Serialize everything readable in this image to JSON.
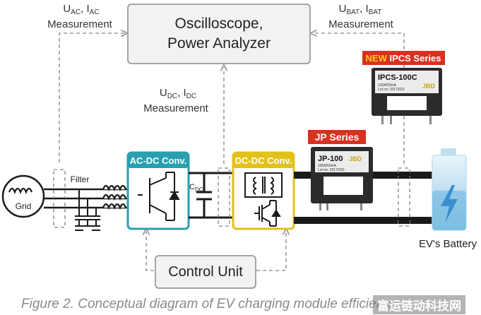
{
  "oscilloscope": {
    "line1": "Oscilloscope,",
    "line2": "Power Analyzer"
  },
  "ac_measure": {
    "u": "U",
    "u_sub": "AC",
    "sep": ", ",
    "i": "I",
    "i_sub": "AC",
    "word": "Measurement"
  },
  "bat_measure": {
    "u": "U",
    "u_sub": "BAT",
    "sep": ", ",
    "i": "I",
    "i_sub": "BAT",
    "word": "Measurement"
  },
  "dc_measure": {
    "u": "U",
    "u_sub": "DC",
    "sep": ", ",
    "i": "I",
    "i_sub": "DC",
    "word": "Measurement"
  },
  "ipcs": {
    "new": "NEW",
    "series": " IPCS Series",
    "model": "IPCS-100C",
    "brand": "JBD",
    "spec1": "100A/50mA",
    "spec2": "Lot no: 2017/023"
  },
  "jp": {
    "series": "JP Series",
    "model": "JP-100",
    "brand": "JBD",
    "spec1": "100A/50mA",
    "spec2": "Lot no: 2017/023"
  },
  "acdc": {
    "title": "AC-DC Conv."
  },
  "dcdc": {
    "title": "DC-DC Conv."
  },
  "filter": {
    "label": "Filter"
  },
  "grid": {
    "label": "Grid"
  },
  "cdc": {
    "c": "C",
    "sub": "DC"
  },
  "control": {
    "label": "Control Unit"
  },
  "battery": {
    "label": "EV's Battery"
  },
  "caption": "Figure 2. Conceptual diagram of EV charging module efficienc",
  "watermark": "富运链动科技网",
  "colors": {
    "acdc": "#2a9fb0",
    "dcdc": "#e2c21a",
    "label_red": "#d8311f",
    "battery": "#6fb7e0",
    "wire": "#1a1a1a",
    "dash": "#9a9a9a"
  }
}
